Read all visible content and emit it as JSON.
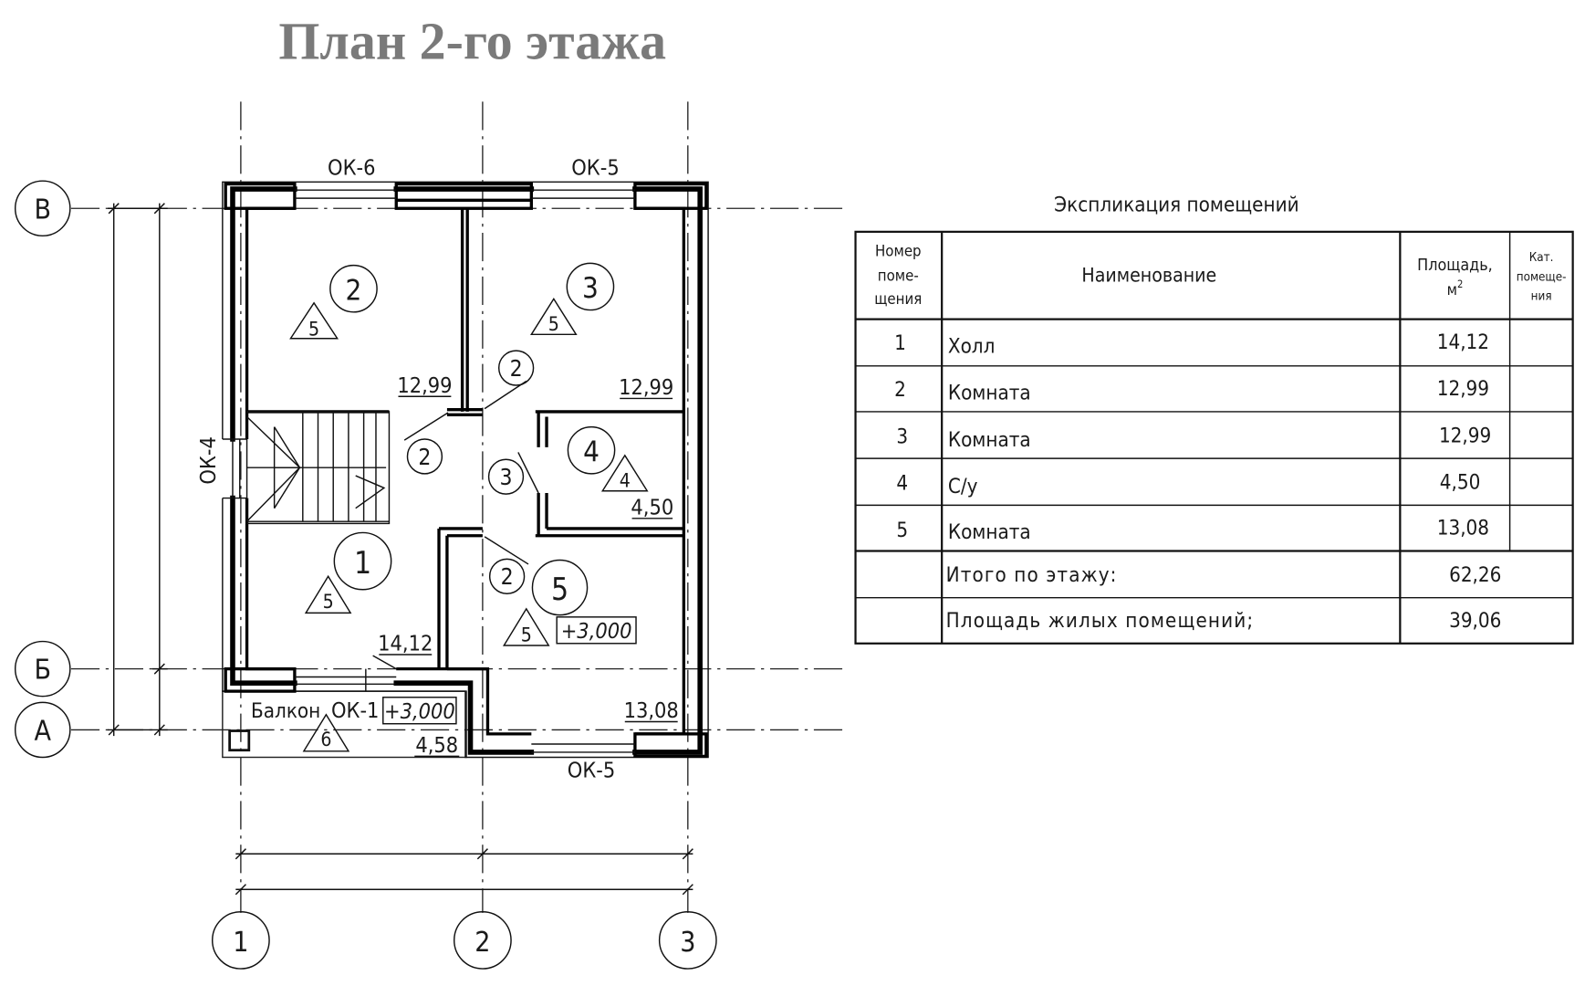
{
  "title": "План 2-го этажа",
  "axes": {
    "rows": [
      "В",
      "Б",
      "А"
    ],
    "cols": [
      "1",
      "2",
      "3"
    ]
  },
  "windows": {
    "top_left": "ОК-6",
    "top_right": "ОК-5",
    "bottom_right": "ОК-5",
    "left": "ОК-4",
    "balcony": "ОК-1"
  },
  "rooms": [
    {
      "number": "1",
      "category": "5",
      "area": "14,12"
    },
    {
      "number": "2",
      "category": "5",
      "area": "12,99"
    },
    {
      "number": "3",
      "category": "5",
      "area": "12,99"
    },
    {
      "number": "4",
      "category": "4",
      "area": "4,50"
    },
    {
      "number": "5",
      "category": "5",
      "area": "13,08",
      "elevation": "+3,000"
    }
  ],
  "balcony": {
    "label": "Балкон",
    "category": "6",
    "area": "4,58",
    "elevation": "+3,000"
  },
  "doors": [
    "2",
    "2",
    "3",
    "2"
  ],
  "door_top": "2",
  "explication": {
    "title": "Экспликация помещений",
    "headers": {
      "number": [
        "Номер",
        "поме-",
        "щения"
      ],
      "name": "Наименование",
      "area": "Площадь,",
      "area_unit": "м",
      "area_sup": "2",
      "category": [
        "Кат.",
        "помеще-",
        "ния"
      ]
    },
    "rows": [
      {
        "number": "1",
        "name": "Холл",
        "area": "14,12"
      },
      {
        "number": "2",
        "name": "Комната",
        "area": "12,99"
      },
      {
        "number": "3",
        "name": "Комната",
        "area": "12,99"
      },
      {
        "number": "4",
        "name": "С/у",
        "area": "4,50"
      },
      {
        "number": "5",
        "name": "Комната",
        "area": "13,08"
      }
    ],
    "totals": [
      {
        "label": "Итого по этажу:",
        "value": "62,26"
      },
      {
        "label": "Площадь жилых помещений;",
        "value": "39,06"
      }
    ]
  }
}
